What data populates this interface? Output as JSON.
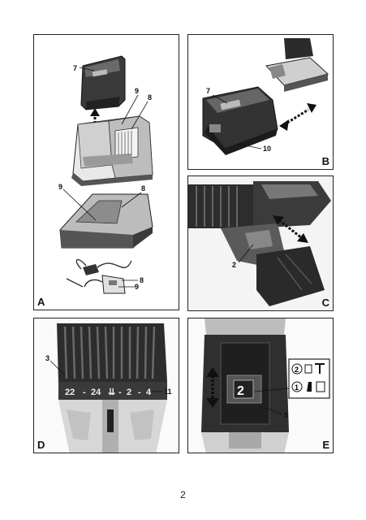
{
  "page_number": "2",
  "panels": {
    "A": {
      "label": "A",
      "callouts": {
        "battery": "7",
        "contacts_top": "9",
        "charger_top": "8",
        "contacts_bottom": "9",
        "charger_bottom": "8",
        "adapter_charger": "8",
        "adapter_contacts": "9"
      }
    },
    "B": {
      "label": "B",
      "callouts": {
        "battery": "7",
        "release_button": "10"
      }
    },
    "C": {
      "label": "C",
      "callouts": {
        "direction_switch": "2"
      }
    },
    "D": {
      "label": "D",
      "callouts": {
        "torque_collar": "3",
        "marker": "11"
      },
      "scale": [
        "22",
        "-",
        "24",
        "-",
        "2",
        "-",
        "4"
      ]
    },
    "E": {
      "label": "E",
      "callouts": {
        "gear_switch": "5"
      },
      "gear_positions": [
        "2",
        "1"
      ],
      "gear_display": "2"
    }
  }
}
